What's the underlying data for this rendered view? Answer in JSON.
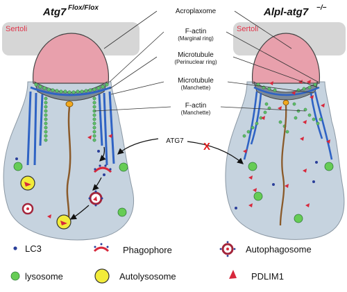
{
  "panels": {
    "left": {
      "title_main": "Atg7",
      "title_sup": "Flox/Flox",
      "sertoli": "Sertoli"
    },
    "right": {
      "title_main": "Alpl-atg7",
      "title_sup": "−/−",
      "sertoli": "Sertoli"
    }
  },
  "labels": {
    "acroplaxome": "Acroplaxome",
    "factin_marginal": "F-actin",
    "factin_marginal_sub": "(Marginal ring)",
    "microtubule_perinuclear": "Microtubule",
    "microtubule_perinuclear_sub": "(Perinuclear ring)",
    "microtubule_manchette": "Microtubule",
    "microtubule_manchette_sub": "(Manchette)",
    "factin_manchette": "F-actin",
    "factin_manchette_sub": "(Manchette)",
    "atg7": "ATG7",
    "blocked": "X"
  },
  "legend": {
    "lc3": "LC3",
    "phagophore": "Phagophore",
    "autophagosome": "Autophagosome",
    "lysosome": "lysosome",
    "autolysosome": "Autolysosome",
    "pdlim1": "PDLIM1"
  },
  "colors": {
    "sertoli_fill": "#d6d6d6",
    "cell_fill": "#c6d3df",
    "acrosome_fill": "#e8a0ac",
    "microtubule": "#2f63c4",
    "factin": "#5fbf6a",
    "red_accent": "#d7283c",
    "lysosome": "#66cc55",
    "autolysosome": "#f2ec3a",
    "lc3": "#2a3f9a"
  }
}
